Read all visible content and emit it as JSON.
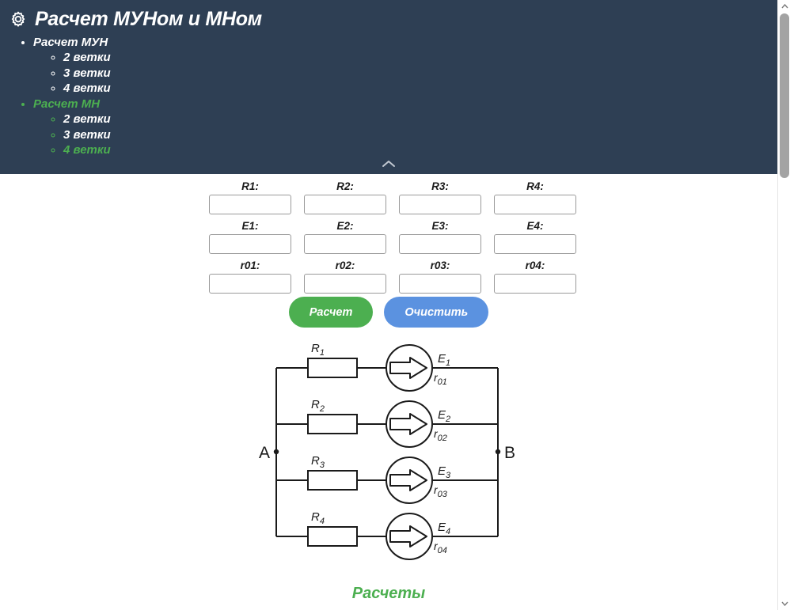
{
  "header": {
    "icon": "gear-icon",
    "title": "Расчет МУНом и МНом",
    "collapse_icon": "chevron-up-icon",
    "nav": [
      {
        "label": "Расчет МУН",
        "color": "#ffffff",
        "active": false,
        "children": [
          {
            "label": "2 ветки",
            "color": "#ffffff",
            "active": false
          },
          {
            "label": "3 ветки",
            "color": "#ffffff",
            "active": false
          },
          {
            "label": "4 ветки",
            "color": "#ffffff",
            "active": false
          }
        ]
      },
      {
        "label": "Расчет МН",
        "color": "#4caf50",
        "active": true,
        "children": [
          {
            "label": "2 ветки",
            "color": "#ffffff",
            "active": false
          },
          {
            "label": "3 ветки",
            "color": "#ffffff",
            "active": false
          },
          {
            "label": "4 ветки",
            "color": "#4caf50",
            "active": true
          }
        ]
      }
    ]
  },
  "form": {
    "rows": [
      [
        {
          "label": "R1:",
          "value": "",
          "placeholder": ""
        },
        {
          "label": "R2:",
          "value": "",
          "placeholder": ""
        },
        {
          "label": "R3:",
          "value": "",
          "placeholder": ""
        },
        {
          "label": "R4:",
          "value": "",
          "placeholder": ""
        }
      ],
      [
        {
          "label": "E1:",
          "value": "",
          "placeholder": ""
        },
        {
          "label": "E2:",
          "value": "",
          "placeholder": ""
        },
        {
          "label": "E3:",
          "value": "",
          "placeholder": ""
        },
        {
          "label": "E4:",
          "value": "",
          "placeholder": ""
        }
      ],
      [
        {
          "label": "r01:",
          "value": "",
          "placeholder": ""
        },
        {
          "label": "r02:",
          "value": "",
          "placeholder": ""
        },
        {
          "label": "r03:",
          "value": "",
          "placeholder": ""
        },
        {
          "label": "r04:",
          "value": "",
          "placeholder": ""
        }
      ]
    ],
    "calc_button": "Расчет",
    "clear_button": "Очистить"
  },
  "diagram": {
    "node_left": "A",
    "node_right": "B",
    "branches": [
      {
        "resistor": "R",
        "resistor_sub": "1",
        "emf": "E",
        "emf_sub": "1",
        "r_internal": "r",
        "r_internal_sub": "01"
      },
      {
        "resistor": "R",
        "resistor_sub": "2",
        "emf": "E",
        "emf_sub": "2",
        "r_internal": "r",
        "r_internal_sub": "02"
      },
      {
        "resistor": "R",
        "resistor_sub": "3",
        "emf": "E",
        "emf_sub": "3",
        "r_internal": "r",
        "r_internal_sub": "03"
      },
      {
        "resistor": "R",
        "resistor_sub": "4",
        "emf": "E",
        "emf_sub": "4",
        "r_internal": "r",
        "r_internal_sub": "04"
      }
    ]
  },
  "results": {
    "heading": "Расчеты"
  },
  "colors": {
    "header_bg": "#2e3f54",
    "accent_green": "#4caf50",
    "accent_blue": "#5b92e0",
    "text_white": "#ffffff",
    "page_bg": "#ffffff",
    "scrollbar_thumb": "#a3a3a3"
  }
}
